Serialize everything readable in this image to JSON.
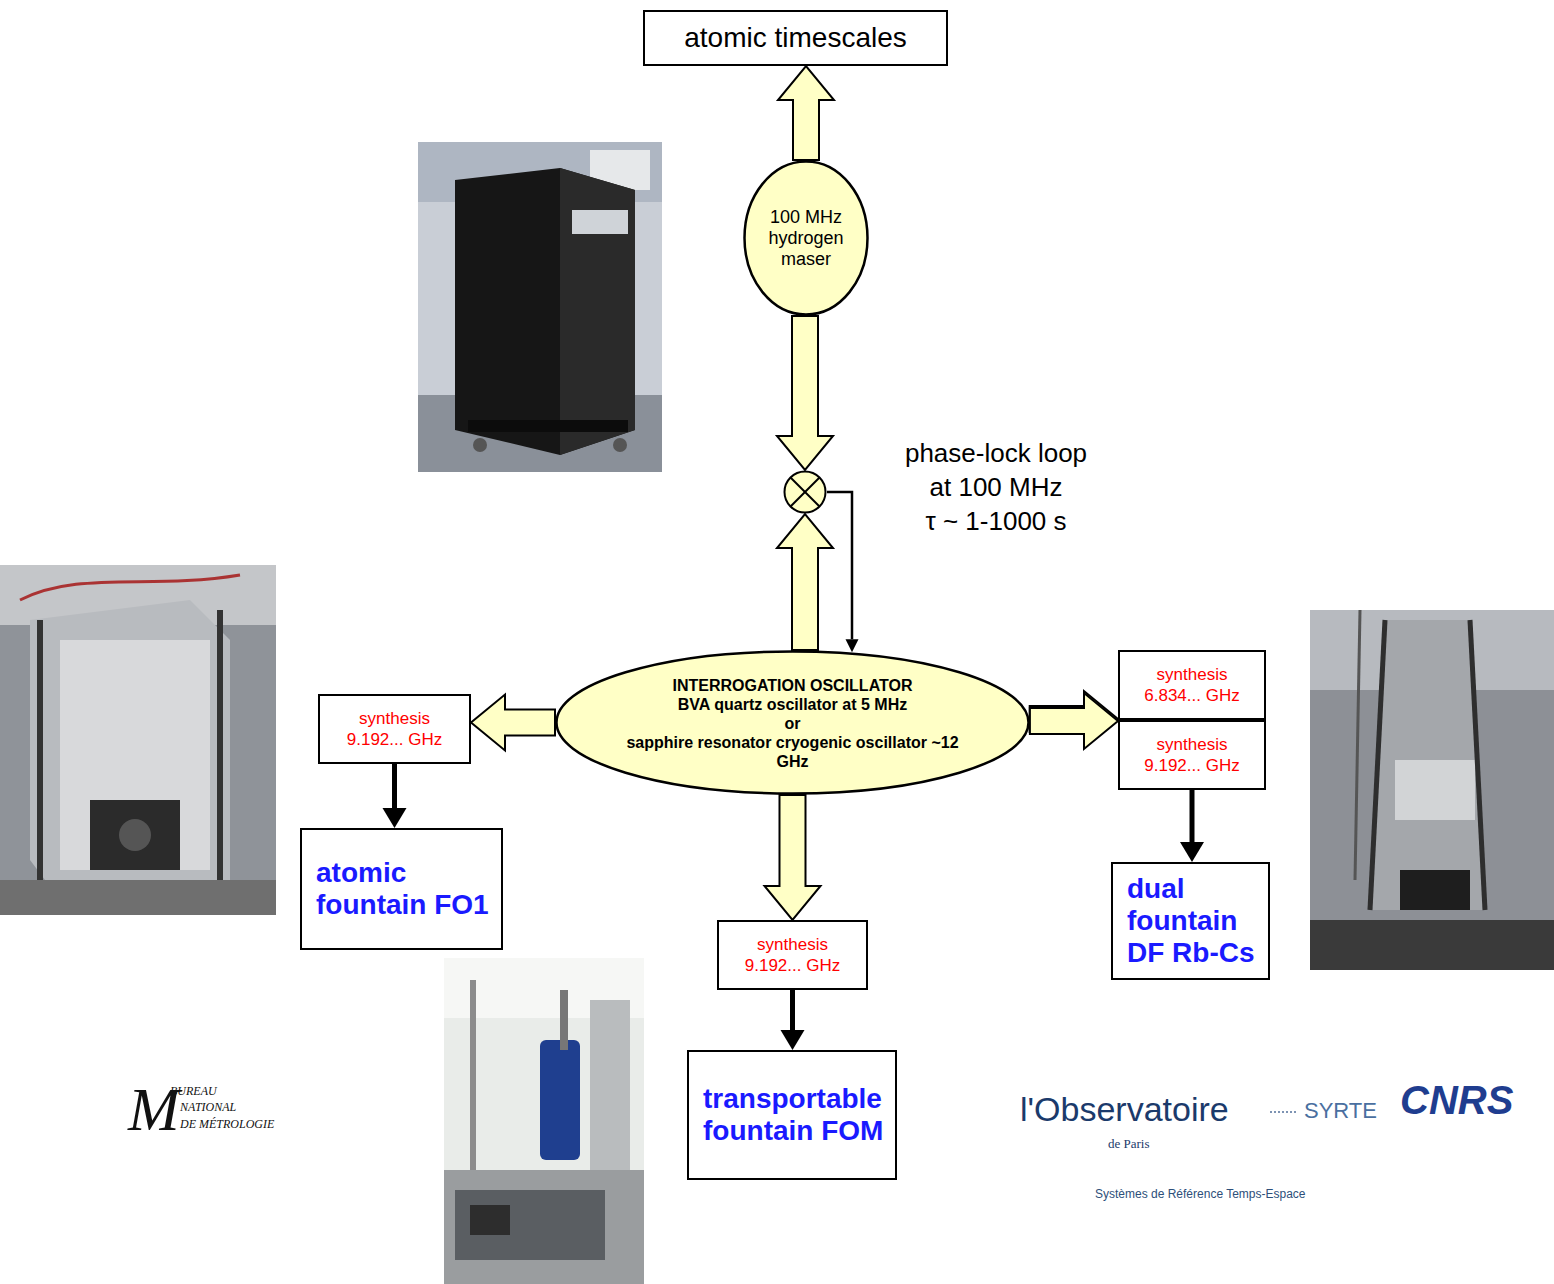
{
  "diagram": {
    "nodes": [
      {
        "text": [
          "atomic timescales"
        ]
      },
      {
        "text": [
          "100 MHz hydrogen maser"
        ]
      },
      {
        "text": [
          "phase-lock loop",
          "at 100 MHz",
          "τ ~ 1-1000 s"
        ]
      },
      {
        "text": [
          "INTERROGATION OSCILLATOR",
          "BVA quartz oscillator at 5 MHz",
          "or",
          "sapphire resonator cryogenic oscillator ~12 GHz"
        ]
      },
      {
        "text": [
          "synthesis 9.192... GHz"
        ]
      },
      {
        "text": [
          "atomic fountain FO1"
        ]
      },
      {
        "text": [
          "synthesis 6.834... GHz"
        ]
      },
      {
        "text": [
          "synthesis 9.192... GHz"
        ]
      },
      {
        "text": [
          "dual fountain DF Rb-Cs"
        ]
      },
      {
        "text": [
          "synthesis 9.192... GHz"
        ]
      },
      {
        "text": [
          "transportable fountain FOM"
        ]
      }
    ],
    "edges": [
      {
        "from": 1,
        "to": 0,
        "arrow": "to"
      },
      {
        "from": 1,
        "to": 2,
        "arrow": "to"
      },
      {
        "from": 3,
        "to": 2,
        "arrow": "to"
      },
      {
        "from": 2,
        "to": 3,
        "arrow": "to"
      },
      {
        "from": 3,
        "to": 4,
        "arrow": "to"
      },
      {
        "from": 4,
        "to": 5,
        "arrow": "to"
      },
      {
        "from": 3,
        "to": 6,
        "arrow": "to"
      },
      {
        "from": 3,
        "to": 7,
        "arrow": "to"
      },
      {
        "from": 7,
        "to": 8,
        "arrow": "to"
      },
      {
        "from": 3,
        "to": 9,
        "arrow": "to"
      },
      {
        "from": 9,
        "to": 10,
        "arrow": "to"
      }
    ],
    "labels": [
      "M",
      "BUREAU",
      "NATIONAL",
      "DE MÉTROLOGIE",
      "l'Observatoire",
      "de Paris",
      "SYRTE",
      "CNRS",
      "Systèmes de Référence Temps-Espace"
    ]
  }
}
